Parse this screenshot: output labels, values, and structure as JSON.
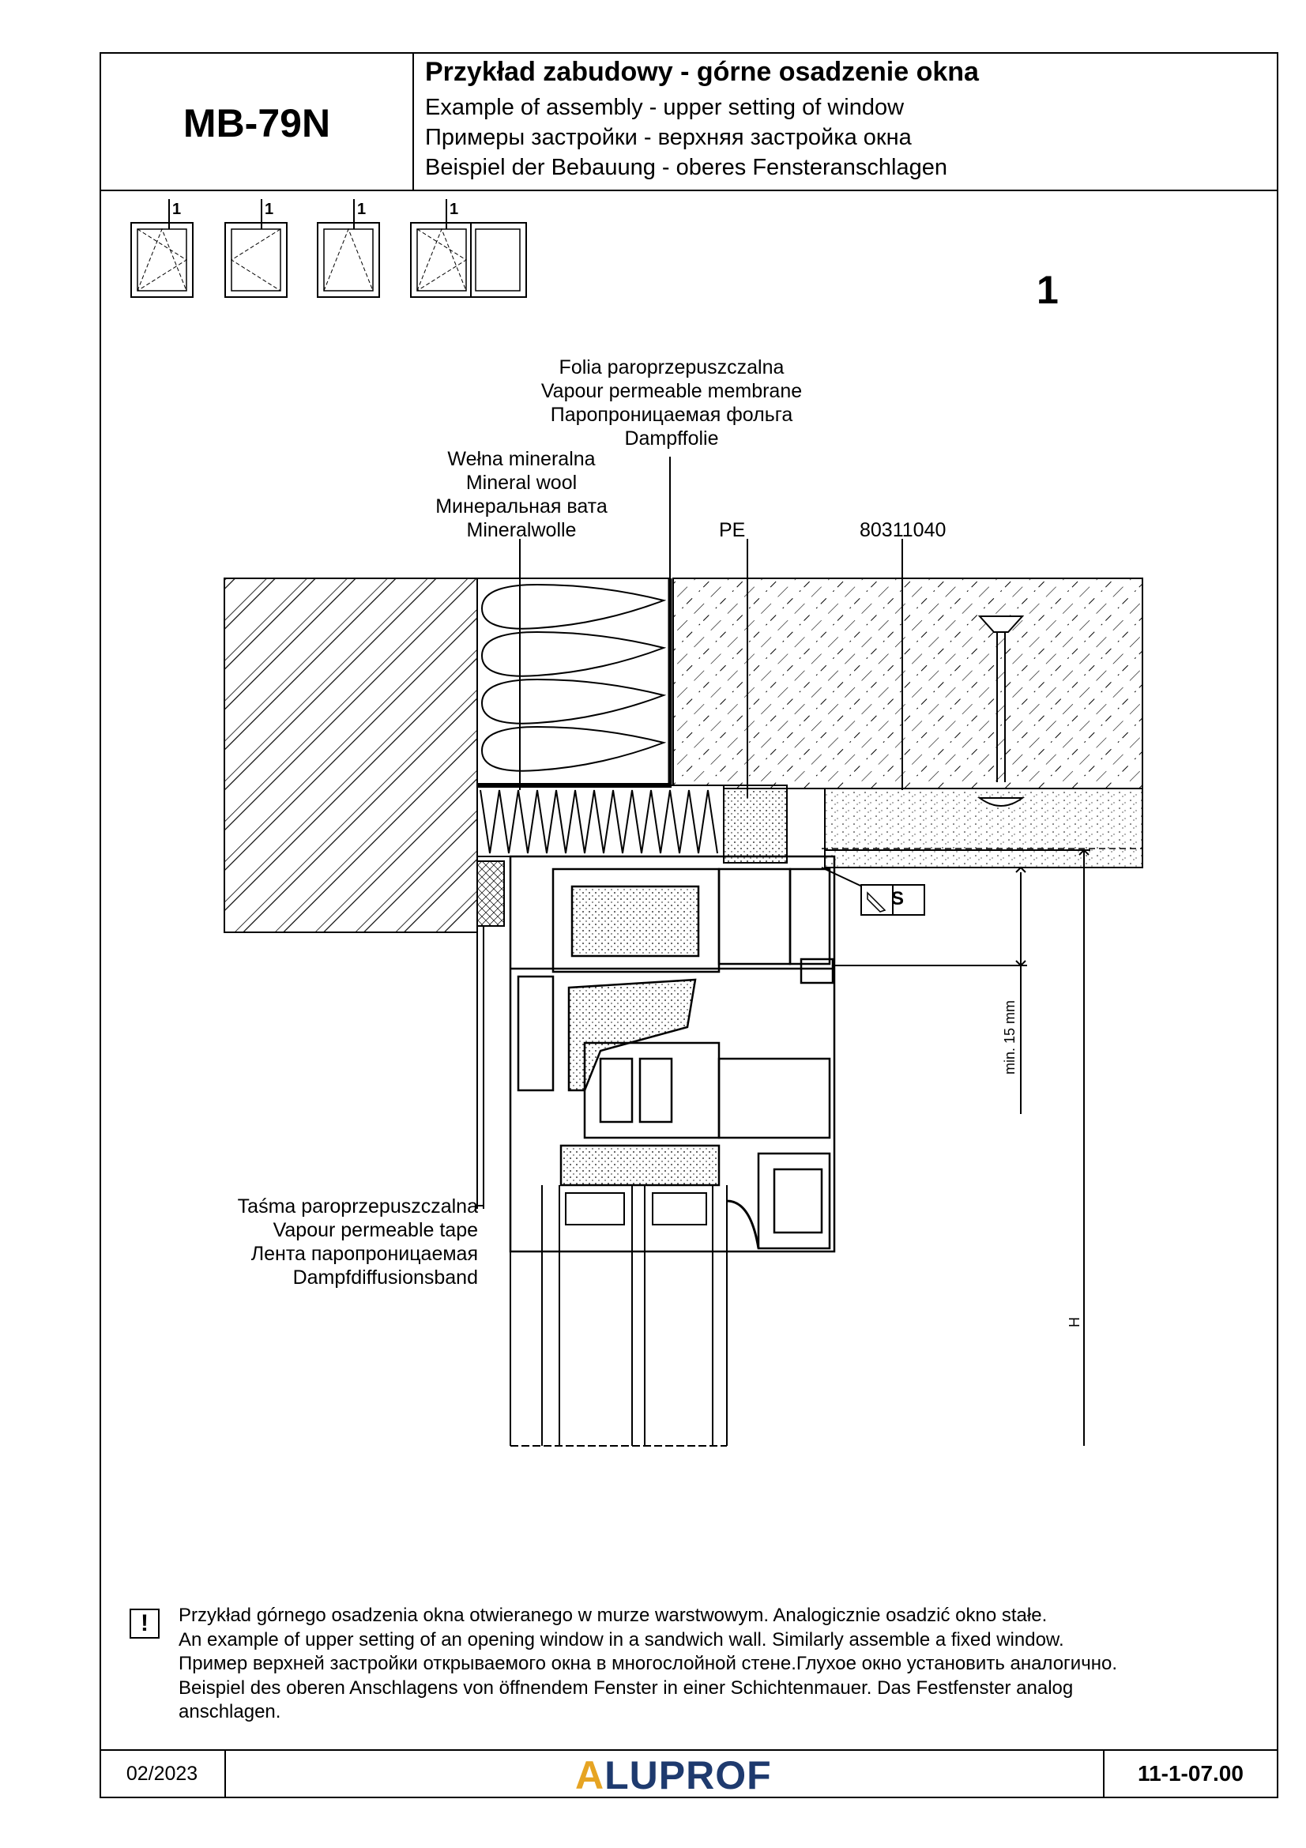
{
  "header": {
    "model": "MB-79N",
    "title_pl": "Przykład zabudowy - górne osadzenie okna",
    "title_en": "Example of assembly - upper setting of window",
    "title_ru": "Примеры застройки - верхняя застройка окна",
    "title_de": "Beispiel der Bebauung - oberes Fensteranschlagen"
  },
  "window_icons": [
    {
      "number": "1",
      "type": "tilt-turn"
    },
    {
      "number": "1",
      "type": "turn"
    },
    {
      "number": "1",
      "type": "tilt"
    },
    {
      "number": "1",
      "type": "tilt-turn-with-fixed"
    }
  ],
  "detail_number": "1",
  "labels": {
    "membrane": [
      "Folia paroprzepuszczalna",
      "Vapour permeable membrane",
      "Паропроницаемая фольга",
      "Dampffolie"
    ],
    "mineral_wool": [
      "Wełna mineralna",
      "Mineral wool",
      "Минеральная вата",
      "Mineralwolle"
    ],
    "pe": "PE",
    "profile_code": "80311040",
    "tape": [
      "Taśma paroprzepuszczalna",
      "Vapour permeable tape",
      "Лента паропроницаемая",
      "Dampfdiffusionsband"
    ],
    "s_marker": "S",
    "dim_min": "min. 15 mm",
    "dim_h": "H"
  },
  "note": {
    "icon": "warning-icon",
    "lines": [
      "Przykład górnego osadzenia okna otwieranego w murze warstwowym. Analogicznie osadzić okno stałe.",
      "An example of upper setting of an opening window in a sandwich wall. Similarly assemble a fixed window.",
      "Пример верхней застройки открываемого окна в многослойной стене.Глухое окно установить аналогично.",
      "Beispiel des oberen Anschlagens von öffnendem Fenster in einer Schichtenmauer. Das Festfenster analog",
      "anschlagen."
    ]
  },
  "footer": {
    "date": "02/2023",
    "logo_a": "A",
    "logo_rest": "LUPROF",
    "code": "11-1-07.00"
  },
  "colors": {
    "logo_accent": "#e6a423",
    "logo_main": "#1e3a6e"
  }
}
